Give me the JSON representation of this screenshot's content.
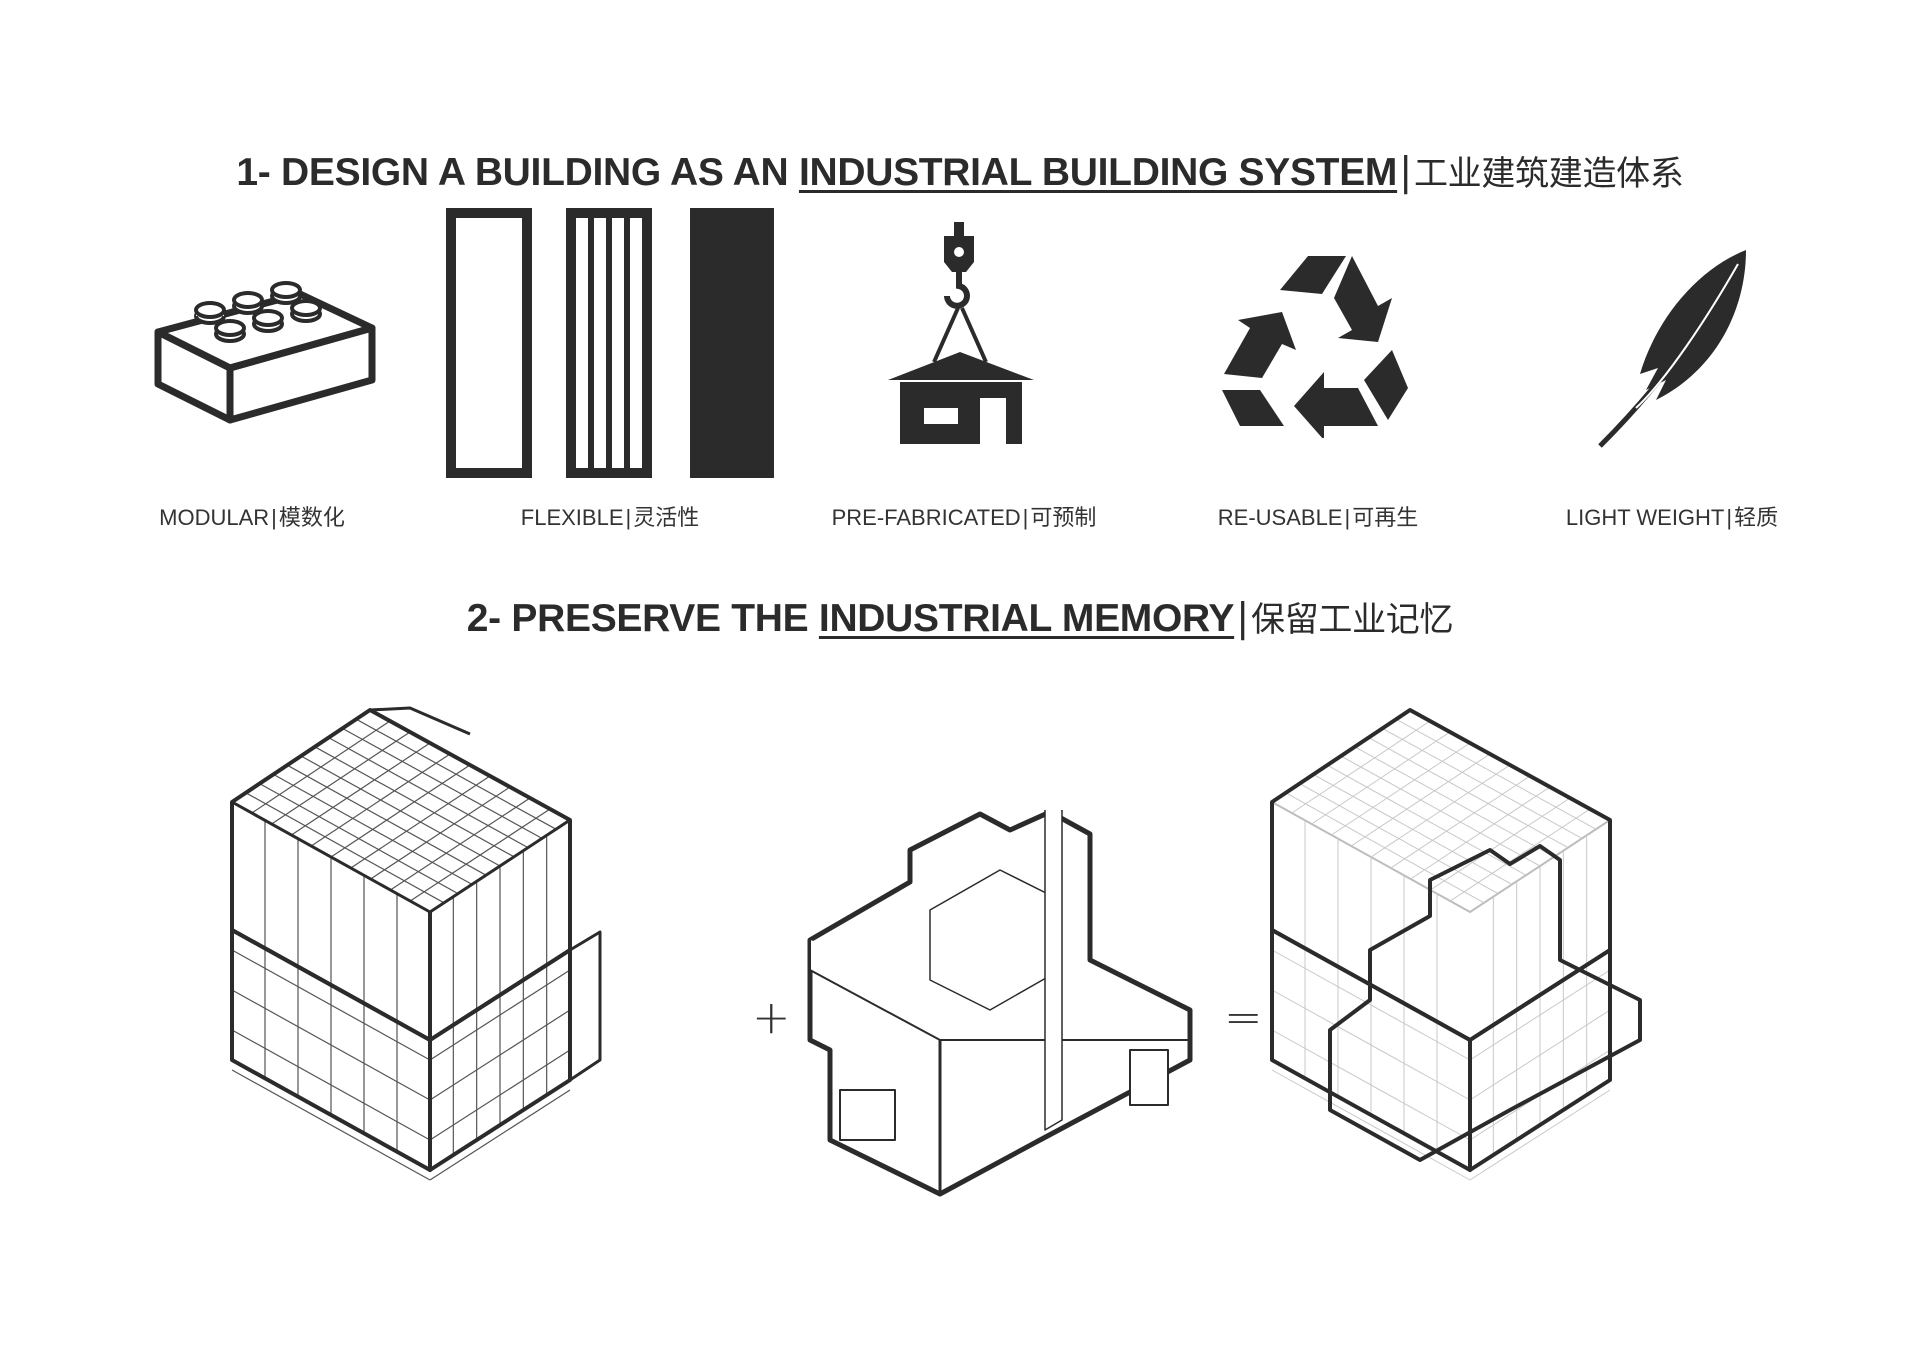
{
  "headings": [
    {
      "number": "1-",
      "lead": "DESIGN A BUILDING AS AN",
      "emphasis": "INDUSTRIAL BUILDING SYSTEM",
      "separator": "|",
      "chinese": "工业建筑建造体系"
    },
    {
      "number": "2-",
      "lead": "PRESERVE THE",
      "emphasis": "INDUSTRIAL MEMORY",
      "separator": "|",
      "chinese": "保留工业记忆"
    }
  ],
  "features": [
    {
      "icon": "lego-brick-icon",
      "label": "MODULAR",
      "separator": "|",
      "chinese": "模数化"
    },
    {
      "icon": "panels-icon",
      "label": "FLEXIBLE",
      "separator": "|",
      "chinese": "灵活性"
    },
    {
      "icon": "crane-hook-house-icon",
      "label": "PRE-FABRICATED",
      "separator": "|",
      "chinese": "可预制"
    },
    {
      "icon": "recycle-icon",
      "label": "RE-USABLE",
      "separator": "|",
      "chinese": "可再生"
    },
    {
      "icon": "feather-icon",
      "label": "LIGHT WEIGHT",
      "separator": "|",
      "chinese": "轻质"
    }
  ],
  "equation": {
    "plus": "+",
    "equals": "="
  },
  "colors": {
    "ink": "#2b2b2b",
    "background": "#ffffff"
  }
}
